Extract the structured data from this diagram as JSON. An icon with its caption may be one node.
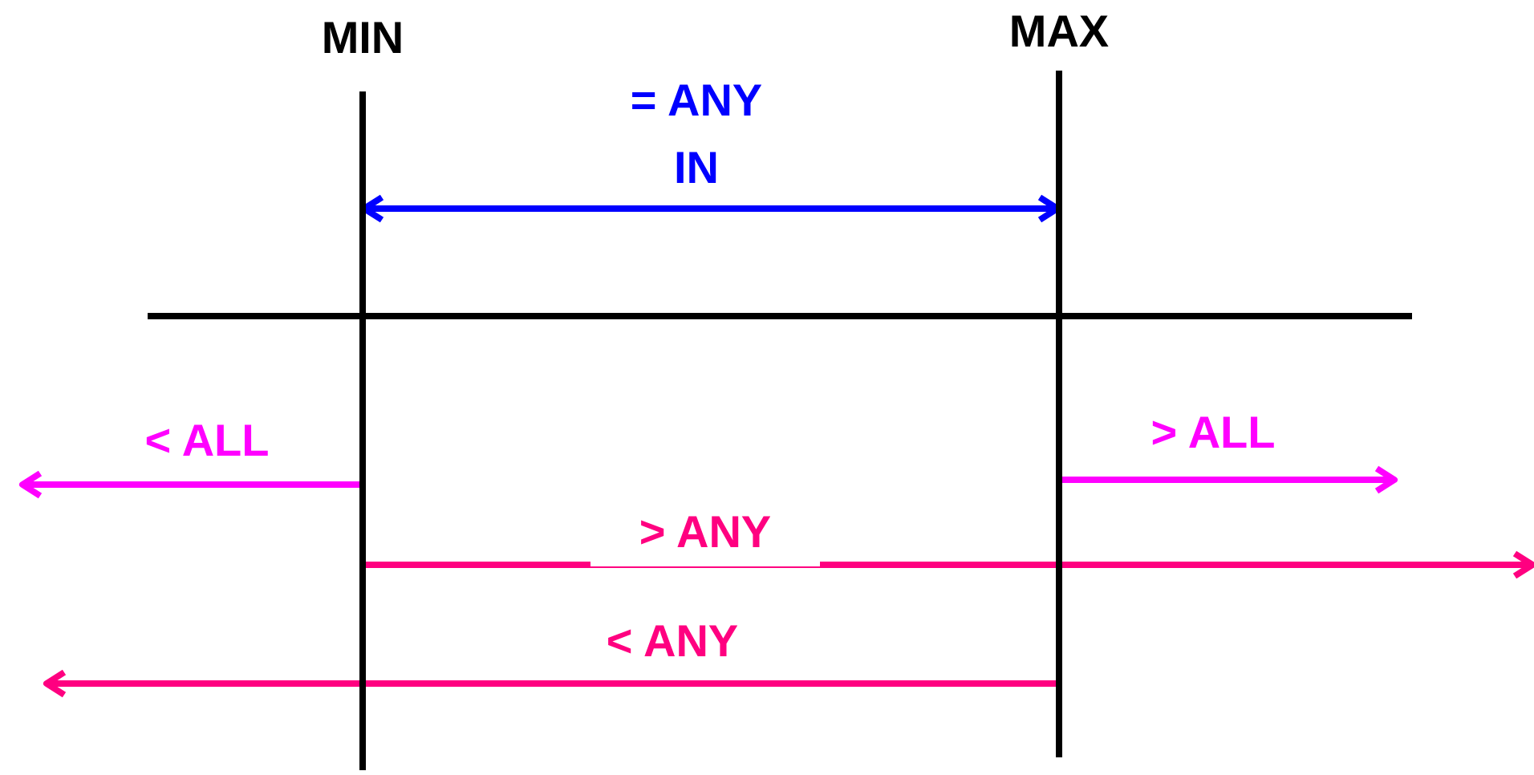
{
  "diagram": {
    "nodes": [
      {
        "text": [
          "MIN"
        ]
      },
      {
        "text": [
          "MAX"
        ]
      }
    ],
    "edges": [
      {
        "from": 0,
        "to": 1,
        "arrow": "both",
        "label": "= ANY IN",
        "color": "#0000ff"
      },
      {
        "from": 0,
        "to": null,
        "arrow": "to",
        "label": "< ALL",
        "color": "#ff00ff"
      },
      {
        "from": 1,
        "to": null,
        "arrow": "to",
        "label": "> ALL",
        "color": "#ff00ff"
      },
      {
        "from": 0,
        "to": null,
        "arrow": "to",
        "label": "> ANY",
        "color": "#ff0080"
      },
      {
        "from": 1,
        "to": null,
        "arrow": "to",
        "label": "< ANY",
        "color": "#ff0080"
      }
    ]
  }
}
